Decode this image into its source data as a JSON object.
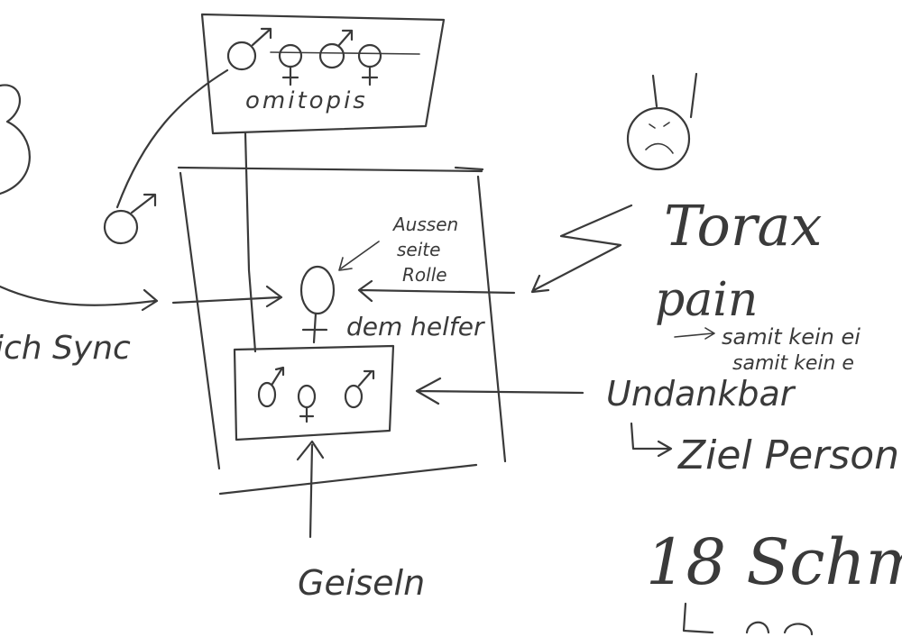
{
  "labels": {
    "omitopis": "omitopis",
    "aussen_line1": "Aussen",
    "aussen_line2": "seite",
    "aussen_line3": "Rolle",
    "dem_helfer": "dem helfer",
    "sync": "ich Sync",
    "geiseln": "Geiseln",
    "torax": "Torax",
    "pain": "pain",
    "samit_line1": "samit kein ei",
    "samit_line2": "samit kein e",
    "undankbar": "Undankbar",
    "ziel_person": "Ziel Person",
    "schm": "18 Schm"
  },
  "symbols": {
    "male": "♂",
    "female": "♀"
  },
  "colors": {
    "ink": "#3a3a3a",
    "paper": "#ffffff"
  }
}
